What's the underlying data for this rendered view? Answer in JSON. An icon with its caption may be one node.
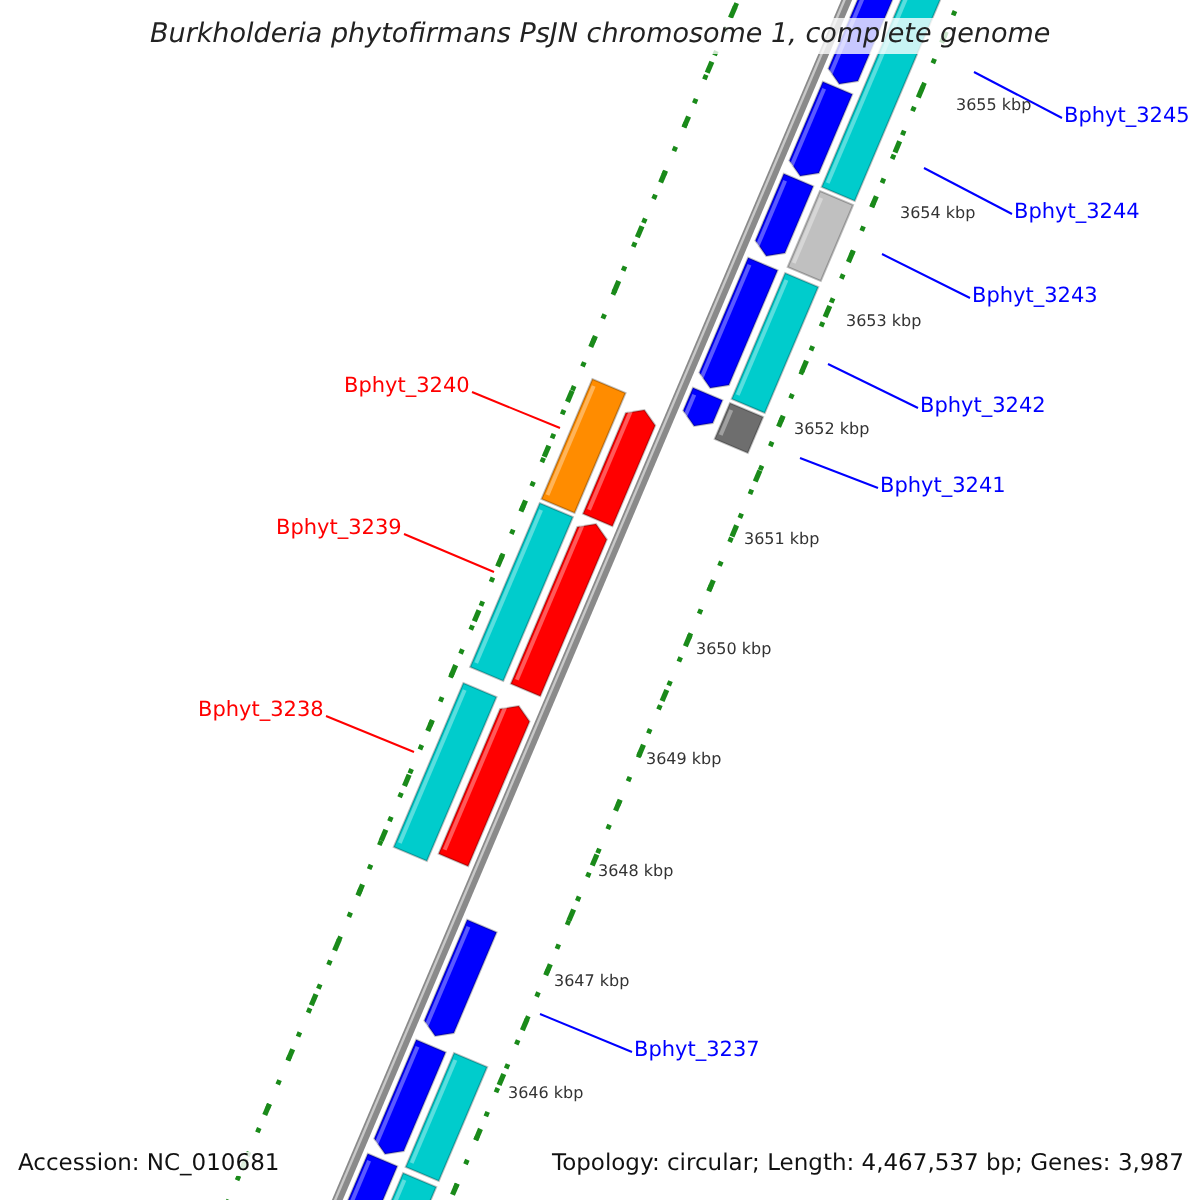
{
  "diagram": {
    "title": "Burkholderia phytofirmans PsJN chromosome 1, complete genome",
    "nodes": [
      {
        "text": [
          "Bphyt_3245"
        ]
      },
      {
        "text": [
          "Bphyt_3244"
        ]
      },
      {
        "text": [
          "Bphyt_3243"
        ]
      },
      {
        "text": [
          "Bphyt_3240"
        ]
      },
      {
        "text": [
          "Bphyt_3242"
        ]
      },
      {
        "text": [
          "Bphyt_3241"
        ]
      },
      {
        "text": [
          "Bphyt_3239"
        ]
      },
      {
        "text": [
          "Bphyt_3238"
        ]
      },
      {
        "text": [
          "Bphyt_3237"
        ]
      }
    ],
    "edges": [
      {
        "from": 0,
        "to": null,
        "arrow": "none"
      },
      {
        "from": 1,
        "to": null,
        "arrow": "none"
      },
      {
        "from": 2,
        "to": null,
        "arrow": "none"
      },
      {
        "from": 3,
        "to": null,
        "arrow": "none",
        "color": "#ff0000"
      },
      {
        "from": 4,
        "to": null,
        "arrow": "none"
      },
      {
        "from": 5,
        "to": null,
        "arrow": "none"
      },
      {
        "from": 6,
        "to": null,
        "arrow": "none",
        "color": "#ff0000"
      },
      {
        "from": 7,
        "to": null,
        "arrow": "none",
        "color": "#ff0000"
      },
      {
        "from": 8,
        "to": null,
        "arrow": "none"
      }
    ],
    "labels": [
      "3655 kbp",
      "3654 kbp",
      "3653 kbp",
      "3652 kbp",
      "3651 kbp",
      "3650 kbp",
      "3649 kbp",
      "3648 kbp",
      "3647 kbp",
      "3646 kbp",
      "Accession: NC_010681",
      "Topology: circular; Length: 4,467,537 bp; Genes: 3,987"
    ]
  }
}
